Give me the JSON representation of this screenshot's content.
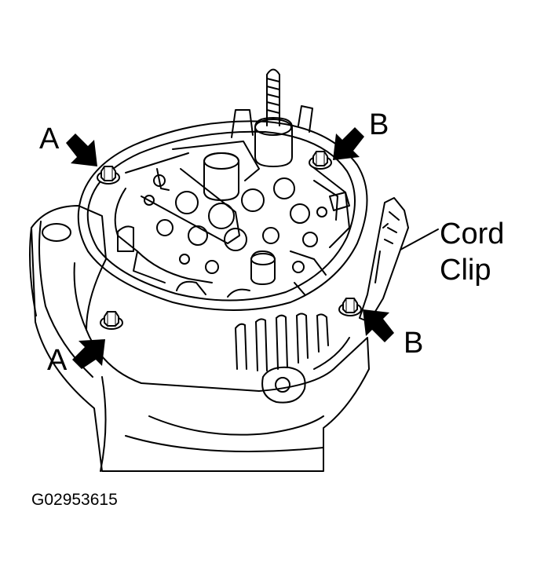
{
  "labels": {
    "a_top": "A",
    "a_bottom": "A",
    "b_top": "B",
    "b_bottom": "B",
    "cord_line1": "Cord",
    "cord_line2": "Clip"
  },
  "figure_id": "G02953615",
  "colors": {
    "ink": "#000000",
    "paper": "#ffffff"
  },
  "icons": {
    "arrow": "callout-arrow",
    "bolt": "hex-bolt"
  }
}
